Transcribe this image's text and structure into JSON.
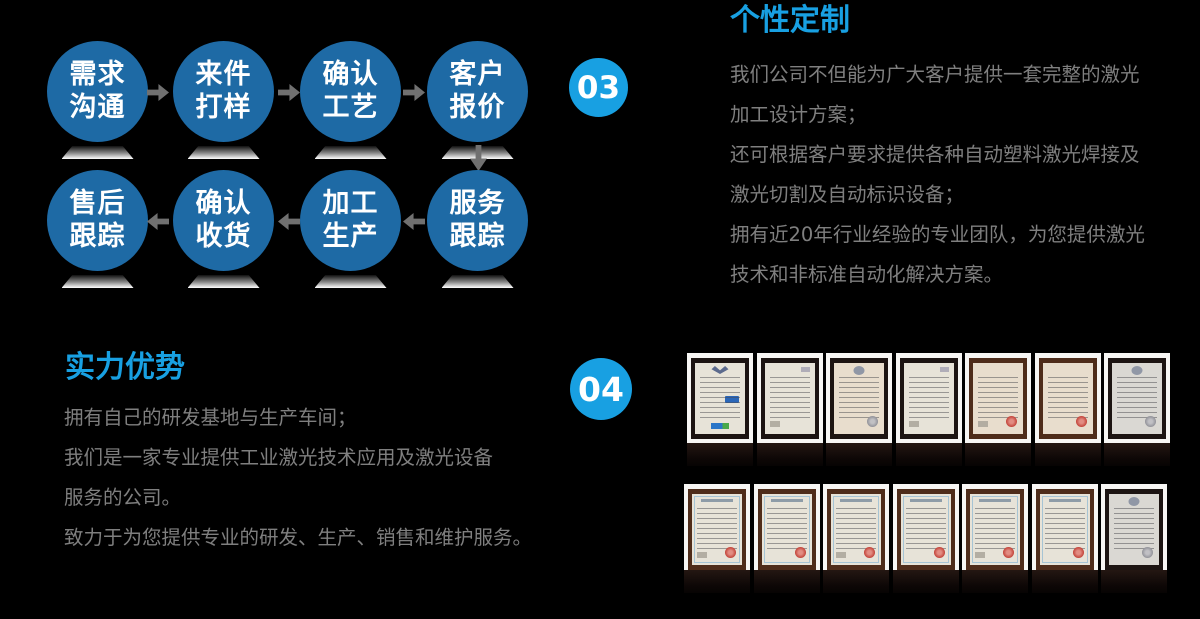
{
  "page": {
    "background": "#000000",
    "accent": "#18a0e2",
    "flow_circle_color": "#1e6aa5",
    "body_text_color": "#7f7f7f"
  },
  "flow": {
    "badge": "03",
    "row1": [
      {
        "label": "需求\n沟通"
      },
      {
        "label": "来件\n打样"
      },
      {
        "label": "确认\n工艺"
      },
      {
        "label": "客户\n报价"
      }
    ],
    "row2": [
      {
        "label": "售后\n跟踪"
      },
      {
        "label": "确认\n收货"
      },
      {
        "label": "加工\n生产"
      },
      {
        "label": "服务\n跟踪"
      }
    ]
  },
  "custom": {
    "title": "个性定制",
    "lines": [
      "我们公司不但能为广大客户提供一套完整的激光",
      "加工设计方案；",
      "还可根据客户要求提供各种自动塑料激光焊接及",
      "激光切割及自动标识设备；",
      "拥有近20年行业经验的专业团队，为您提供激光",
      "技术和非标准自动化解决方案。"
    ]
  },
  "strength": {
    "badge": "04",
    "title": "实力优势",
    "lines": [
      "拥有自己的研发基地与生产车间；",
      "我们是一家专业提供工业激光技术应用及激光设备",
      "服务的公司。",
      "致力于为您提供专业的研发、生产、销售和维护服务。"
    ]
  },
  "certificates": {
    "row1_count": 7,
    "row2_count": 7
  }
}
